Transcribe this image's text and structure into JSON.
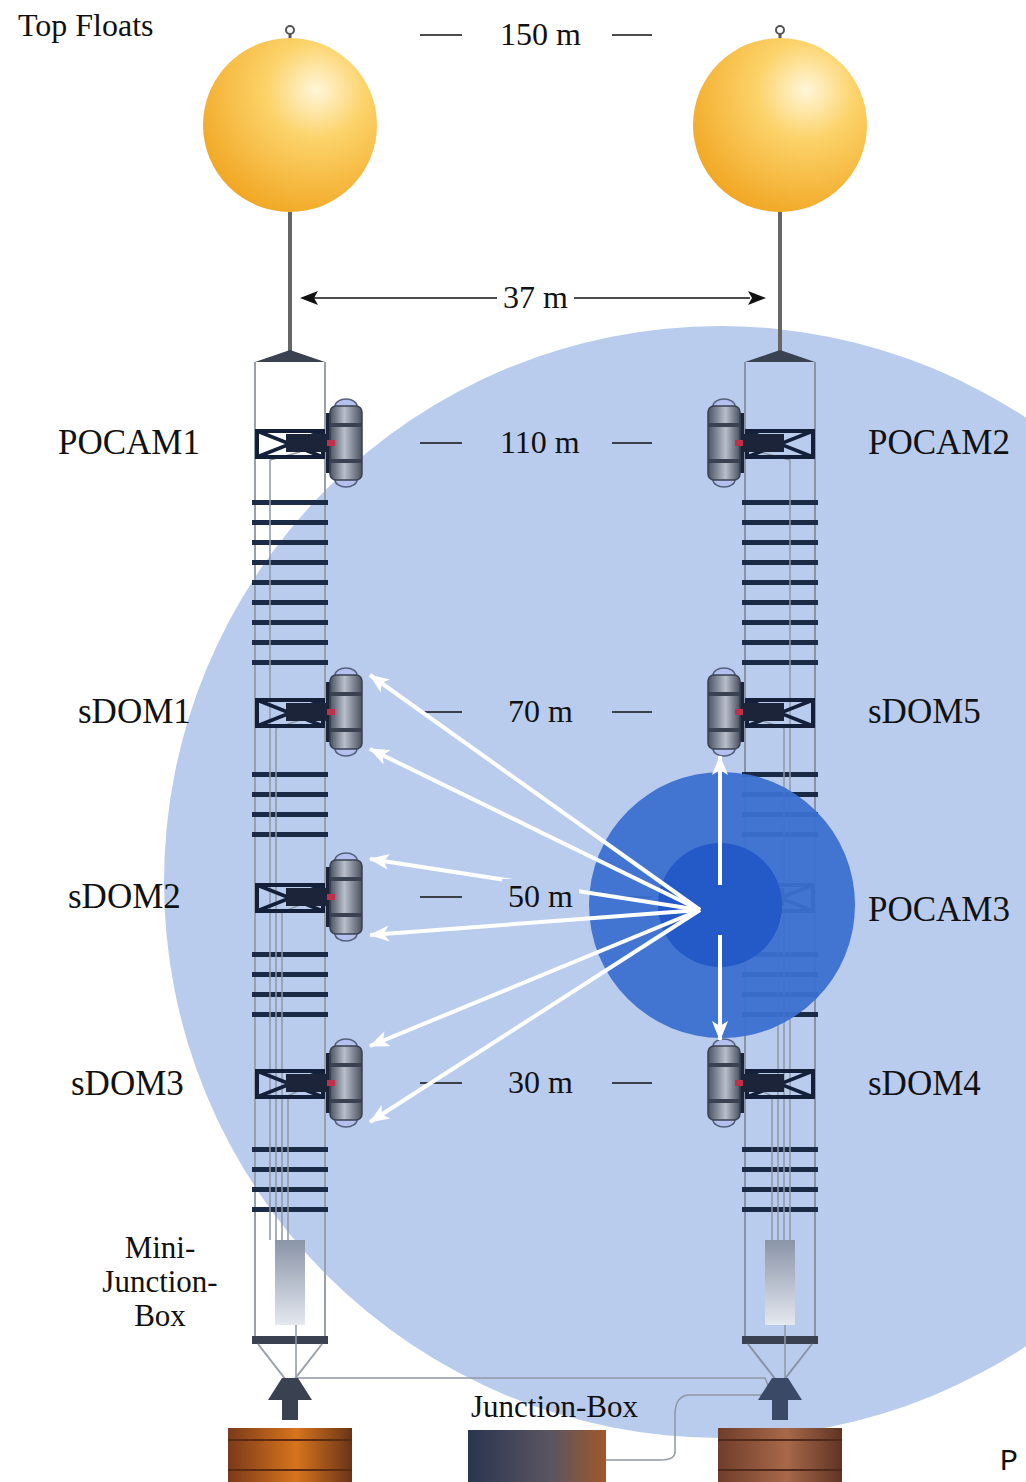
{
  "diagram": {
    "nodes": [
      {
        "text": [
          "POCAM1"
        ]
      },
      {
        "text": [
          "POCAM2"
        ]
      },
      {
        "text": [
          "sDOM1"
        ]
      },
      {
        "text": [
          "sDOM5"
        ]
      },
      {
        "text": [
          "sDOM2"
        ]
      },
      {
        "text": [
          "POCAM3"
        ]
      },
      {
        "text": [
          "sDOM3"
        ]
      },
      {
        "text": [
          "sDOM4"
        ]
      }
    ],
    "edges": [
      {
        "from": 5,
        "to": 2,
        "arrow": "to"
      },
      {
        "from": 5,
        "to": 2,
        "arrow": "to"
      },
      {
        "from": 5,
        "to": 4,
        "arrow": "to"
      },
      {
        "from": 5,
        "to": 4,
        "arrow": "to"
      },
      {
        "from": 5,
        "to": 6,
        "arrow": "to"
      },
      {
        "from": 5,
        "to": 6,
        "arrow": "to"
      },
      {
        "from": 5,
        "to": 3,
        "arrow": "to"
      },
      {
        "from": 5,
        "to": 7,
        "arrow": "to"
      }
    ],
    "labels": [
      "Top Floats",
      "150 m",
      "37 m",
      "110 m",
      "70 m",
      "50 m",
      "30 m",
      "Mini- Junction- Box",
      "Junction-Box",
      "P"
    ]
  }
}
